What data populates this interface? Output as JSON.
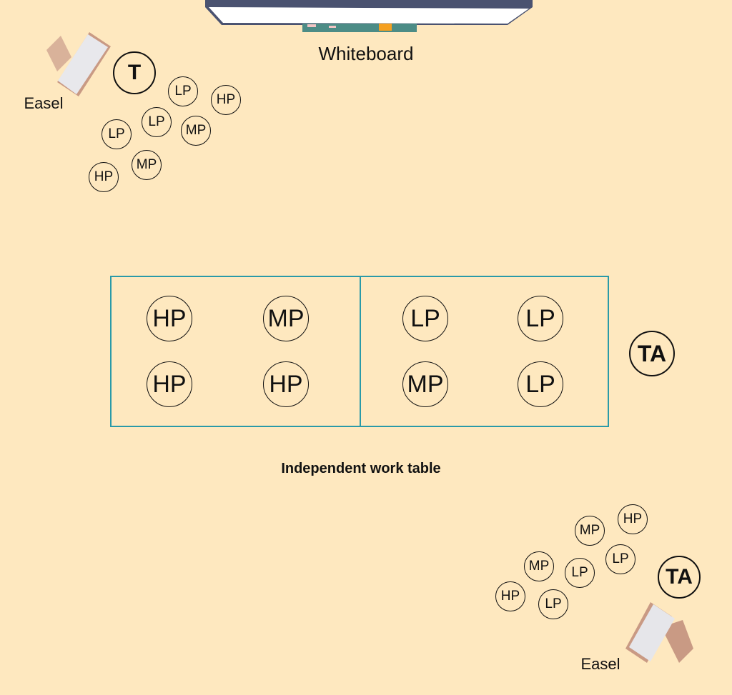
{
  "labels": {
    "whiteboard": "Whiteboard",
    "easel_top": "Easel",
    "easel_bottom": "Easel",
    "table": "Independent work table"
  },
  "teacher_group": {
    "leader": "T",
    "students": [
      "LP",
      "HP",
      "LP",
      "MP",
      "LP",
      "MP",
      "HP"
    ]
  },
  "table_seats": {
    "left": [
      "HP",
      "MP",
      "HP",
      "HP"
    ],
    "right": [
      "LP",
      "LP",
      "MP",
      "LP"
    ]
  },
  "table_ta": "TA",
  "ta_group": {
    "leader": "TA",
    "students": [
      "HP",
      "MP",
      "LP",
      "MP",
      "LP",
      "HP",
      "LP"
    ]
  },
  "colors": {
    "background": "#fee8bf",
    "table_border": "#2a9aa8"
  }
}
